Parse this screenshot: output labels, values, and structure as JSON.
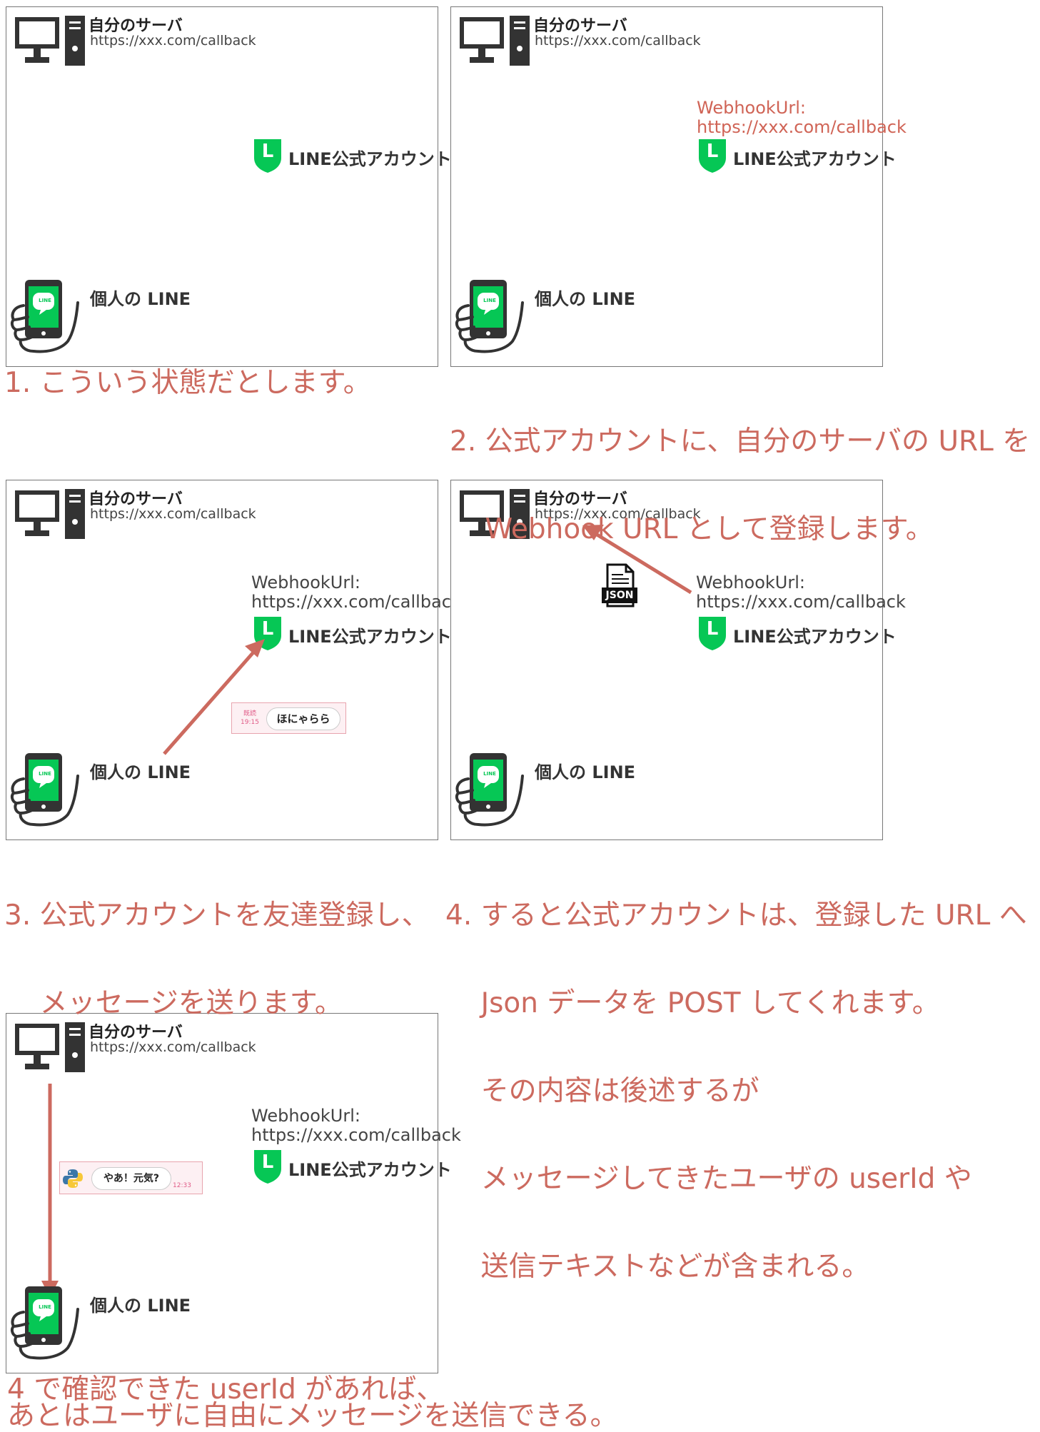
{
  "server": {
    "title": "自分のサーバ",
    "url": "https://xxx.com/callback"
  },
  "oa": {
    "label": "LINE公式アカウント",
    "logo_letter": "L"
  },
  "personal": {
    "label": "個人の LINE",
    "phone_logo": "LINE"
  },
  "webhook": {
    "label": "WebhookUrl:",
    "url": "https://xxx.com/callback"
  },
  "json_doc": {
    "label": "JSON"
  },
  "panel3": {
    "read_label": "既読",
    "time": "19:15",
    "message": "ほにゃらら"
  },
  "panel5": {
    "message": "やあ！元気?",
    "time": "12:33"
  },
  "captions": {
    "c1": [
      "1. こういう状態だとします。"
    ],
    "c2": [
      "2. 公式アカウントに、自分のサーバの URL を",
      "    Webhook URL として登録します。"
    ],
    "c3": [
      "3. 公式アカウントを友達登録し、",
      "    メッセージを送ります。"
    ],
    "c4": [
      "4. すると公式アカウントは、登録した URL へ",
      "    Json データを POST してくれます。",
      "    その内容は後述するが",
      "    メッセージしてきたユーザの userId や",
      "    送信テキストなどが含まれる。"
    ],
    "c5": [
      "4 で確認できた userId があれば、",
      "あとはユーザに自由にメッセージを送信できる。"
    ]
  },
  "colors": {
    "line_green": "#06c755",
    "arrow": "#cc6a5f",
    "caption": "#cc6a5f",
    "icon_dark": "#333333"
  }
}
